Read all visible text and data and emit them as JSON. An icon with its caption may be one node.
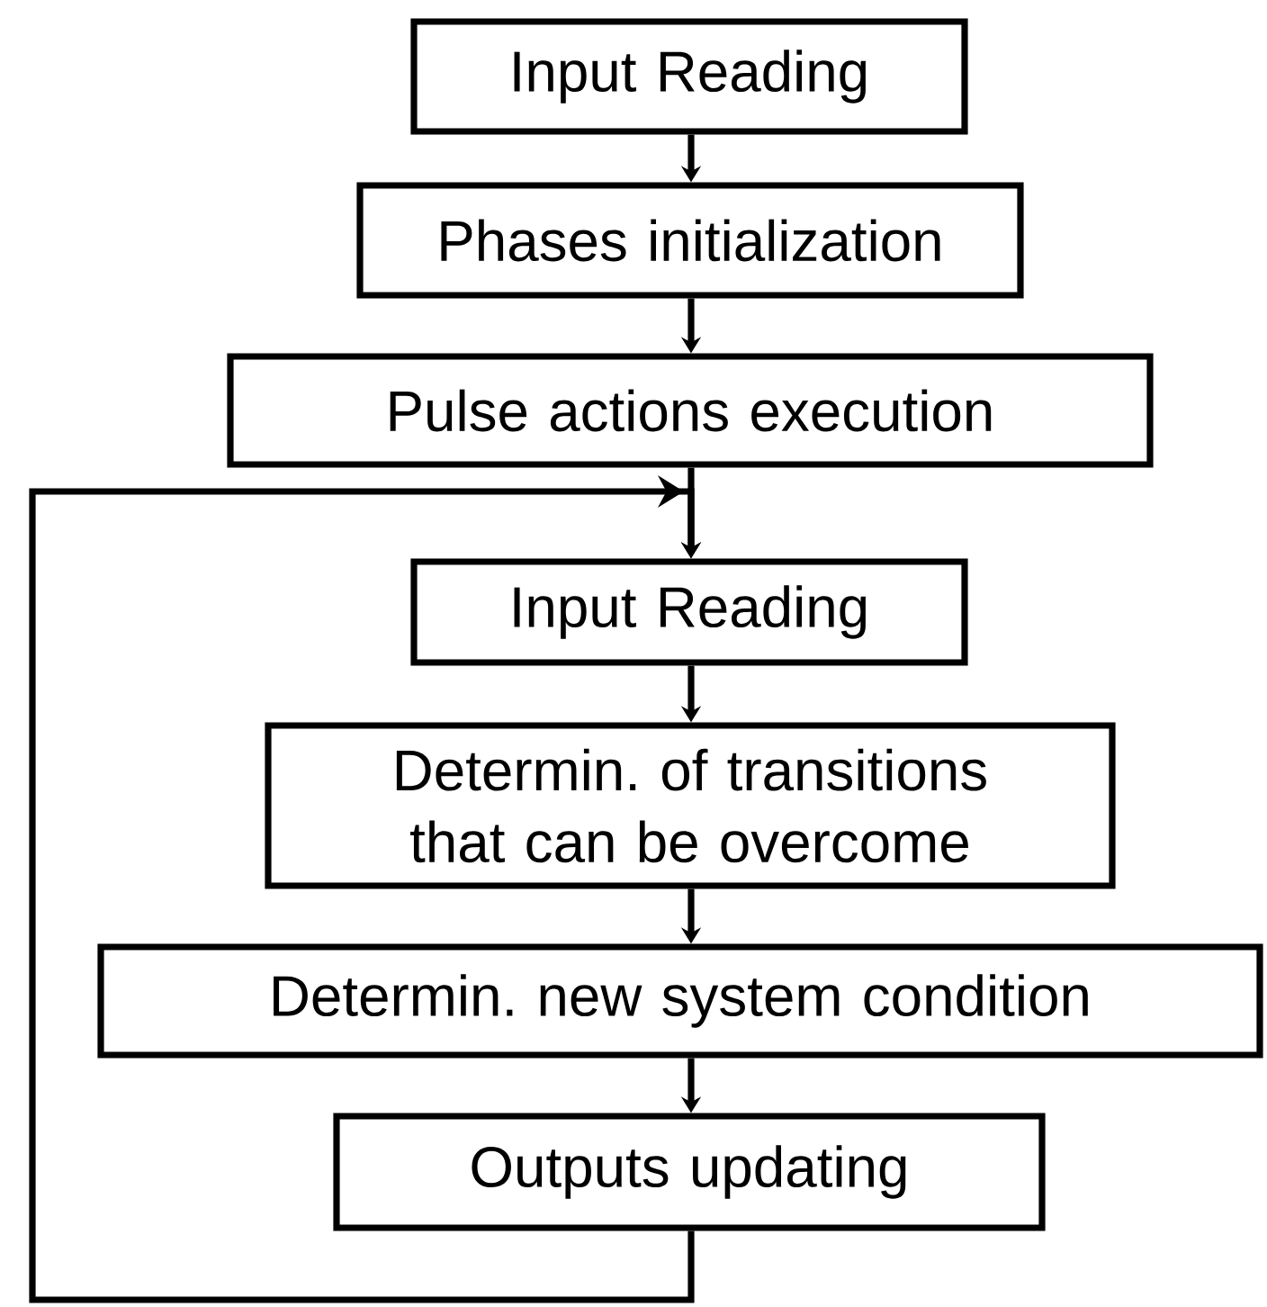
{
  "diagram": {
    "nodes": [
      {
        "text": [
          "Input Reading"
        ]
      },
      {
        "text": [
          "Phases initialization"
        ]
      },
      {
        "text": [
          "Pulse actions execution"
        ]
      },
      {
        "text": [
          "Input Reading"
        ]
      },
      {
        "text": [
          "Determin. of transitions that can be overcome"
        ]
      },
      {
        "text": [
          "Determin. new system condition"
        ]
      },
      {
        "text": [
          "Outputs updating"
        ]
      }
    ],
    "edges": [
      {
        "from": 0,
        "to": 1,
        "arrow": "to"
      },
      {
        "from": 1,
        "to": 2,
        "arrow": "to"
      },
      {
        "from": 2,
        "to": 3,
        "arrow": "to"
      },
      {
        "from": 3,
        "to": 4,
        "arrow": "to"
      },
      {
        "from": 4,
        "to": 5,
        "arrow": "to"
      },
      {
        "from": 5,
        "to": 6,
        "arrow": "to"
      },
      {
        "from": 6,
        "to": 3,
        "arrow": "to"
      }
    ]
  }
}
